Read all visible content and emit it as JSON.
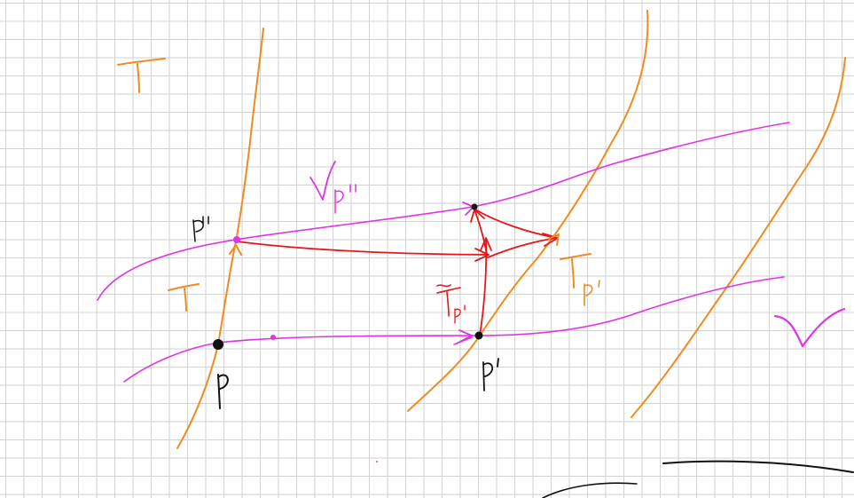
{
  "colors": {
    "grid": "#d2d2d2",
    "orange": "#f28a1e",
    "magenta": "#e033e6",
    "red": "#e8151b",
    "black": "#111111"
  },
  "labels": {
    "T_top": "T",
    "T_mid": "T",
    "V_right": "V",
    "V_sub_p2": "V",
    "V_sub_p2_sub": "p''",
    "T_p1": "T",
    "T_p1_sub": "p'",
    "T_tilde": "T",
    "T_tilde_sub": "p'",
    "p2": "p''",
    "p": "p",
    "p1": "p'"
  }
}
